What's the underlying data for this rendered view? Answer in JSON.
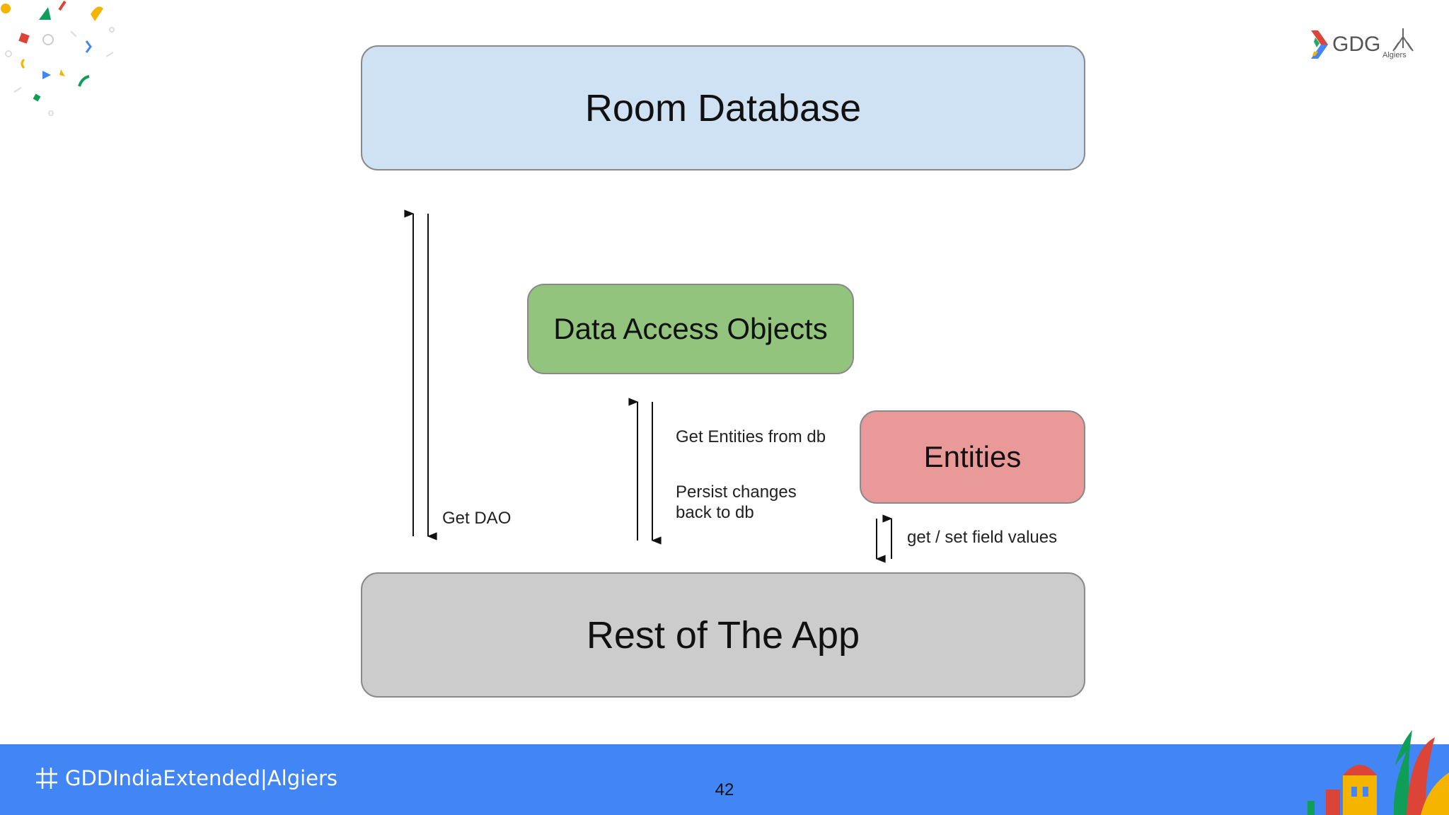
{
  "diagram": {
    "room_database": "Room Database",
    "data_access_objects": "Data Access Objects",
    "entities": "Entities",
    "rest_of_app": "Rest of The App",
    "labels": {
      "get_dao": "Get DAO",
      "get_entities": "Get Entities from db",
      "persist_changes": "Persist changes back to db",
      "field_values": "get / set field values"
    }
  },
  "footer": {
    "hashtag": "GDDIndiaExtended|Algiers",
    "page_number": "42"
  },
  "logo": {
    "gdg": "GDG",
    "city": "Algiers"
  },
  "colors": {
    "room": "#cfe2f3",
    "dao": "#93c47d",
    "entities": "#ea9999",
    "rest": "#cccccc",
    "footer": "#4285f4"
  }
}
